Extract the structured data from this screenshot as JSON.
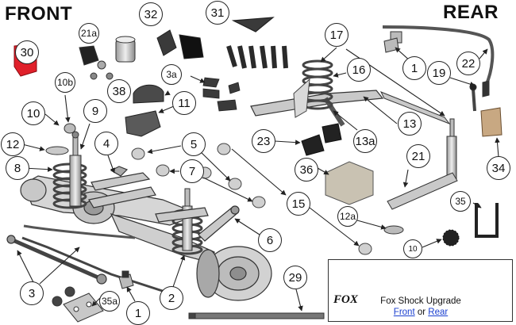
{
  "headers": {
    "front": "FRONT",
    "rear": "REAR"
  },
  "callouts": [
    "30",
    "32",
    "21a",
    "31",
    "10b",
    "38",
    "3a",
    "9",
    "10",
    "11",
    "12",
    "4",
    "8",
    "5",
    "7",
    "23",
    "36",
    "15",
    "6",
    "3",
    "1",
    "35a",
    "2",
    "29",
    "17",
    "16",
    "13",
    "13a",
    "21",
    "22",
    "19",
    "1",
    "34",
    "35",
    "12a",
    "10"
  ],
  "fox_box": {
    "logo": "FOX",
    "caption": "Fox Shock Upgrade",
    "link_front": "Front",
    "link_separator": "or",
    "link_rear": "Rear"
  },
  "colors": {
    "outline": "#222222",
    "part_gray": "#c9c9c9",
    "part_dark": "#3a3a3a",
    "bushing_red": "#e0202a",
    "callout_pink": "#f1d6e0",
    "link_blue": "#1a3fcf"
  },
  "icons": [
    "front-axle-assembly",
    "coil-spring",
    "shock-absorber",
    "control-arm",
    "track-bar",
    "sway-bar",
    "upper-a-arm",
    "bump-stop",
    "spring-isolator",
    "bushing",
    "u-bolt",
    "spring-perch",
    "sway-bar-link",
    "fox-shock"
  ]
}
